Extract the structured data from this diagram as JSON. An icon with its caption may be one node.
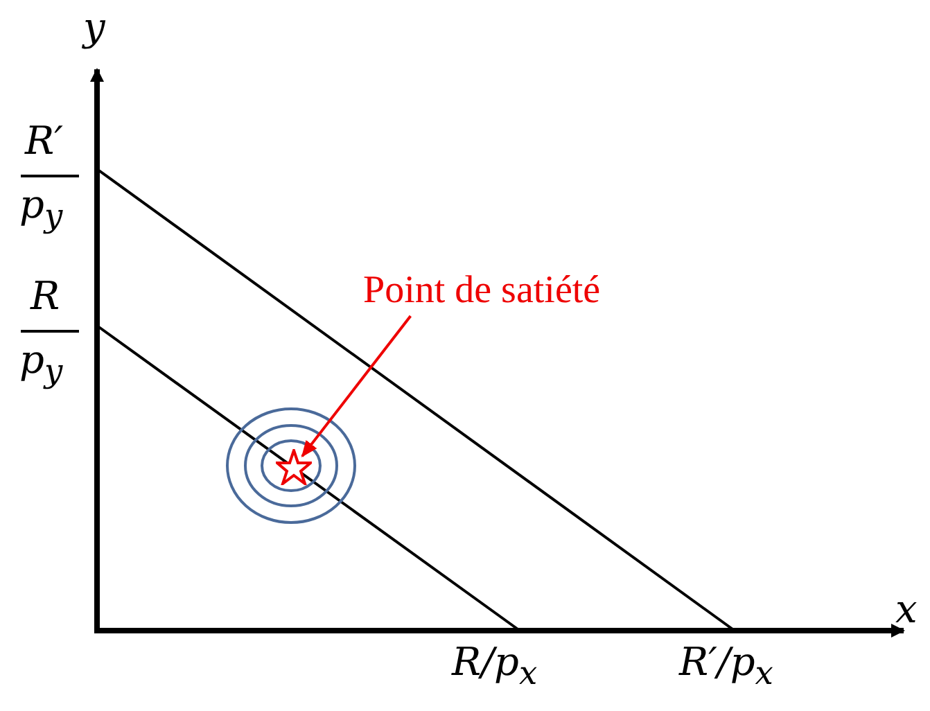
{
  "diagram": {
    "nodes": [
      {
        "text": [
          "Point de satiété"
        ]
      },
      {
        "text": [],
        "shape": "star"
      }
    ],
    "edges": [
      {
        "from": 0,
        "to": 1,
        "arrow": "to"
      }
    ],
    "labels": [
      "y",
      "R′",
      "p$_{y}$",
      "R",
      "p$_{y}$",
      "x",
      "R/p$_{x}$",
      "R′/p$_{x}$"
    ]
  }
}
